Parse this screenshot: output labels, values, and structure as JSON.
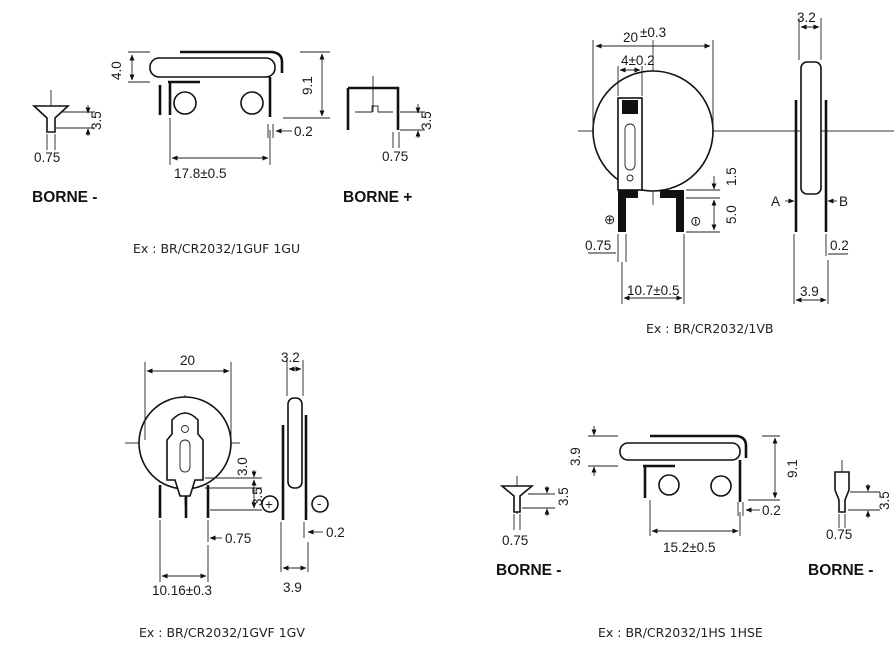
{
  "colors": {
    "ink": "#111111",
    "paper": "#ffffff"
  },
  "panels": {
    "gu": {
      "caption": "Ex : BR/CR2032/1GUF 1GU",
      "label_minus": "BORNE -",
      "label_plus": "BORNE +",
      "dims": {
        "h_body": "4.0",
        "height": "9.1",
        "pin_left": "3.5",
        "pin_left_w": "0.75",
        "width": "17.8±0.5",
        "thick": "0.2",
        "pin_right": "3.5",
        "pin_right_w": "0.75"
      }
    },
    "vb": {
      "caption": "Ex : BR/CR2032/1VB",
      "dims": {
        "dia": "20",
        "dia_tol": "±0.3",
        "top": "4±0.2",
        "side_w": "3.2",
        "d15": "1.5",
        "d50": "5.0",
        "pin_w": "0.75",
        "pitch": "10.7±0.5",
        "thick": "0.2",
        "total": "3.9",
        "a": "A",
        "b": "B"
      },
      "signs": {
        "plus": "⊕",
        "minus": "⊖"
      }
    },
    "gv": {
      "caption": "Ex : BR/CR2032/1GVF 1GV",
      "dims": {
        "dia": "20",
        "side_w": "3.2",
        "d30": "3.0",
        "d35": "3.5",
        "pin_w": "0.75",
        "pitch": "10.16±0.3",
        "thick": "0.2",
        "total": "3.9"
      },
      "signs": {
        "plus": "+",
        "minus": "-"
      }
    },
    "hs": {
      "caption": "Ex : BR/CR2032/1HS 1HSE",
      "label_minus": "BORNE -",
      "label_minus_right": "BORNE -",
      "dims": {
        "h_body": "3.9",
        "height": "9.1",
        "pin_left": "3.5",
        "pin_left_w": "0.75",
        "width": "15.2±0.5",
        "thick": "0.2",
        "pin_right": "3.5",
        "pin_right_w": "0.75"
      }
    }
  }
}
